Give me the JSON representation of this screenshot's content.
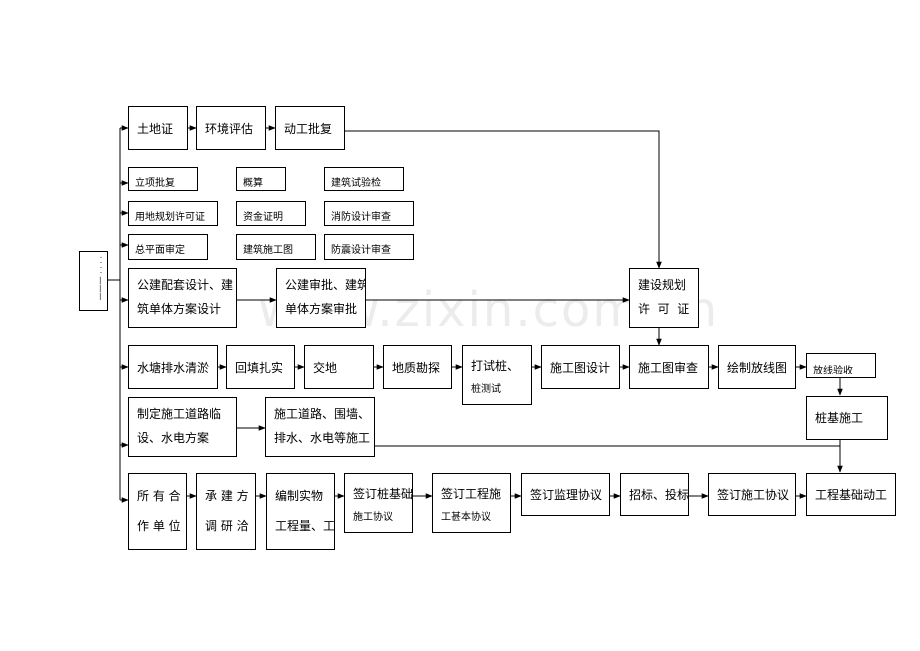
{
  "left_label": "· · · · ———",
  "watermark": "www.zixin.com.cn",
  "row1": {
    "land_cert": "土地证",
    "env_eval": "环境评估",
    "start_approval": "动工批复"
  },
  "row2": {
    "project_approval": "立项批复",
    "budget": "概算",
    "building_review": "建筑试验检"
  },
  "row3": {
    "land_use_permit": "用地规划许可证",
    "funding_proof": "资金证明",
    "fire_review": "消防设计审查"
  },
  "row4": {
    "site_plan_review": "总平面审定",
    "construction_drawing": "建筑施工图",
    "seismic_review": "防震设计审查"
  },
  "row5": {
    "public_design_l1": "公建配套设计、建",
    "public_design_l2": "筑单体方案设计",
    "public_approval_l1": "公建审批、建筑",
    "public_approval_l2": "单体方案审批",
    "planning_permit_l1": "建设规划",
    "planning_permit_l2": "许  可  证"
  },
  "row6": {
    "pond_drain": "水塘排水清淤",
    "backfill": "回填扎实",
    "handover": "交地",
    "survey": "地质勘探",
    "test_pile_l1": "打试桩、",
    "test_pile_l2": "桩测试",
    "construction_design": "施工图设计",
    "drawing_review": "施工图审查",
    "setout": "绘制放线图",
    "site_check": "放线验收"
  },
  "row7": {
    "road_plan_l1": "制定施工道路临",
    "road_plan_l2": "设、水电方案",
    "road_build_l1": "施工道路、围墙、",
    "road_build_l2": "排水、水电等施工",
    "pile_construction": "桩基施工"
  },
  "row8": {
    "owners_l1": "所 有 合",
    "owners_l2": "作 单 位",
    "contractor_l1": "承 建 方",
    "contractor_l2": "调 研 洽",
    "quantities_l1": "编制实物",
    "quantities_l2": "工程量、工",
    "pile_contract_l1": "签订桩基础",
    "pile_contract_l2": "施工协议",
    "engineering_contract_l1": "签订工程施",
    "engineering_contract_l2": "工甚本协议",
    "supervision_contract": "签订监理协议",
    "bidding": "招标、投标",
    "construction_contract": "签订施工协议",
    "foundation_start": "工程基础动工"
  }
}
